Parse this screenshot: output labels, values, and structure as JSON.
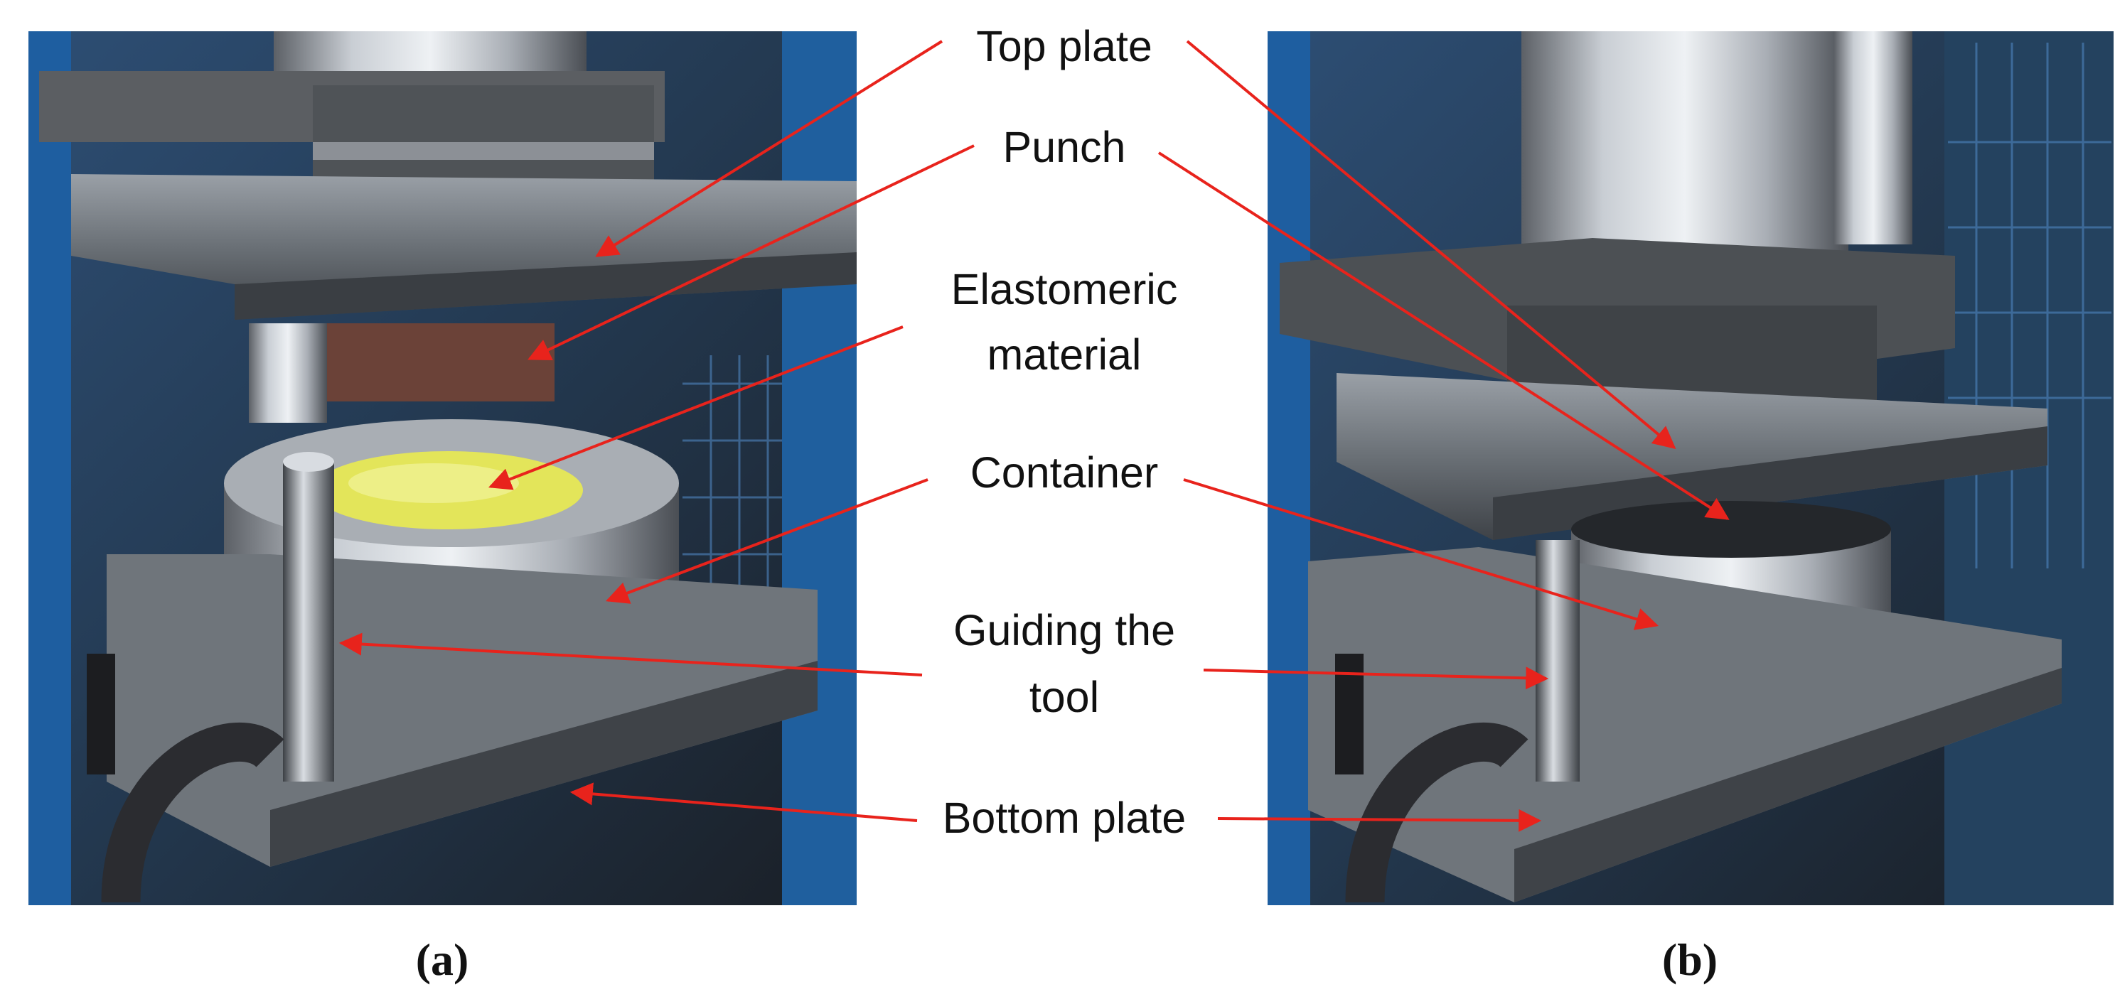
{
  "labels": {
    "top_plate": "Top plate",
    "punch": "Punch",
    "elastomeric_line1": "Elastomeric",
    "elastomeric_line2": "material",
    "container": "Container",
    "guiding_line1": "Guiding the",
    "guiding_line2": "tool",
    "bottom_plate": "Bottom plate"
  },
  "captions": {
    "a": "(a)",
    "b": "(b)"
  },
  "colors": {
    "arrow": "#e8231c",
    "label_text": "#111111",
    "background": "#ffffff",
    "elastomer": "#e3e55a"
  }
}
